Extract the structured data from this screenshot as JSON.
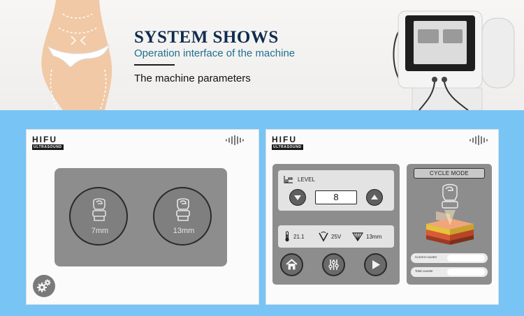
{
  "banner": {
    "title": "SYSTEM SHOWS",
    "subtitle": "Operation interface of the machine",
    "parameters": "The machine parameters"
  },
  "brand": {
    "name": "HIFU",
    "sub": "ULTRASOUND"
  },
  "left_screen": {
    "probes": [
      {
        "label": "7mm"
      },
      {
        "label": "13mm"
      }
    ],
    "icons": [
      "cartridge-icon",
      "gear-icon",
      "sound-wave-icon"
    ]
  },
  "right_screen": {
    "level_label": "LEVEL",
    "level_value": "8",
    "stats": {
      "temperature": "21.1",
      "voltage": "25V",
      "depth": "13mm"
    },
    "cycle_mode_label": "CYCLE MODE",
    "counters": {
      "current": "Current counter",
      "total": "Total counter"
    },
    "icons": [
      "arrow-down-icon",
      "arrow-up-icon",
      "home-icon",
      "sliders-icon",
      "play-icon",
      "thermometer-icon",
      "voltage-icon",
      "depth-icon"
    ]
  },
  "colors": {
    "section_background": "#78c4f4",
    "panel_grey": "#8d8d8d",
    "headline_navy": "#0f2c4e",
    "subtitle_teal": "#1e6f93"
  }
}
